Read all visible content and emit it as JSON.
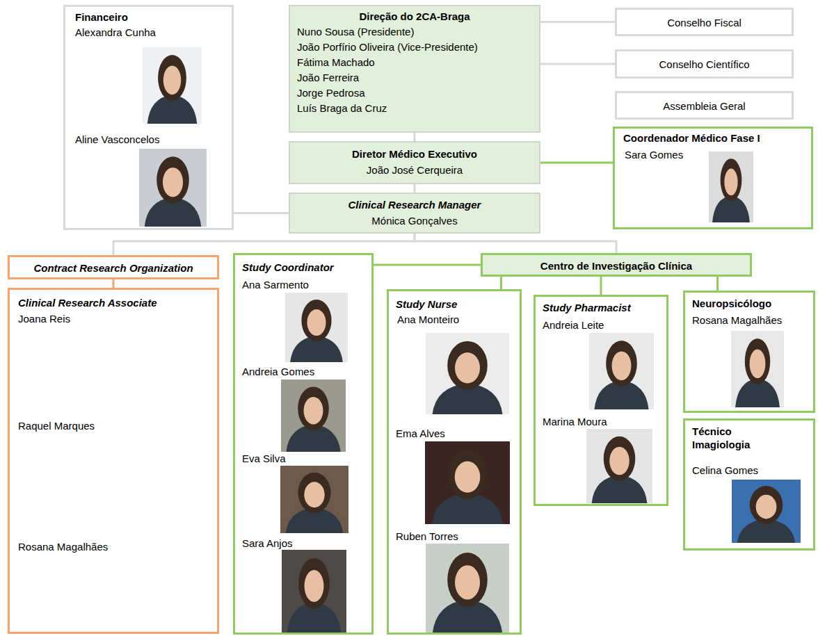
{
  "diagram": {
    "nodes": [
      {
        "text": [
          "Financeiro",
          "Alexandra Cunha",
          "Aline Vasconcelos"
        ]
      },
      {
        "text": [
          "Direção do 2CA-Braga",
          "Nuno Sousa (Presidente)",
          "João Porfírio Oliveira (Vice-Presidente)",
          "Fátima Machado",
          "João Ferreira",
          "Jorge Pedrosa",
          "Luís Braga da Cruz"
        ]
      },
      {
        "text": [
          "Conselho Fiscal"
        ]
      },
      {
        "text": [
          "Conselho Científico"
        ]
      },
      {
        "text": [
          "Assembleia Geral"
        ]
      },
      {
        "text": [
          "Diretor Médico Executivo",
          "João José Cerqueira"
        ]
      },
      {
        "text": [
          "Coordenador Médico Fase I",
          "Sara Gomes"
        ]
      },
      {
        "text": [
          "Clinical Research Manager",
          "Mónica Gonçalves"
        ]
      },
      {
        "text": [
          "Contract Research Organization"
        ]
      },
      {
        "text": [
          "Clinical Research Associate",
          "Joana Reis",
          "Raquel Marques",
          "Rosana Magalhães"
        ]
      },
      {
        "text": [
          "Study Coordinator",
          "Ana Sarmento",
          "Andreia Gomes",
          "Eva Silva",
          "Sara Anjos"
        ]
      },
      {
        "text": [
          "Centro de Investigação Clínica"
        ]
      },
      {
        "text": [
          "Study Nurse",
          "Ana Monteiro",
          "Ema Alves",
          "Ruben Torres"
        ]
      },
      {
        "text": [
          "Study Pharmacist",
          "Andreia Leite",
          "Marina Moura"
        ]
      },
      {
        "text": [
          "Neuropsicólogo",
          "Rosana Magalhães"
        ]
      },
      {
        "text": [
          "Técnico Imagiologia",
          "Celina Gomes"
        ]
      }
    ],
    "edges": [
      {
        "from": 1,
        "to": 2,
        "arrow": "none"
      },
      {
        "from": 1,
        "to": 3,
        "arrow": "none"
      },
      {
        "from": 1,
        "to": 5,
        "arrow": "none"
      },
      {
        "from": 5,
        "to": 6,
        "arrow": "none"
      },
      {
        "from": 5,
        "to": 7,
        "arrow": "none"
      },
      {
        "from": 0,
        "to": 7,
        "arrow": "none"
      },
      {
        "from": 7,
        "to": 8,
        "arrow": "none"
      },
      {
        "from": 7,
        "to": 11,
        "arrow": "none"
      },
      {
        "from": 11,
        "to": 10,
        "arrow": "none"
      },
      {
        "from": 11,
        "to": 12,
        "arrow": "none"
      },
      {
        "from": 11,
        "to": 13,
        "arrow": "none"
      },
      {
        "from": 11,
        "to": 14,
        "arrow": "none"
      },
      {
        "from": 8,
        "to": 9,
        "arrow": "none"
      }
    ]
  }
}
